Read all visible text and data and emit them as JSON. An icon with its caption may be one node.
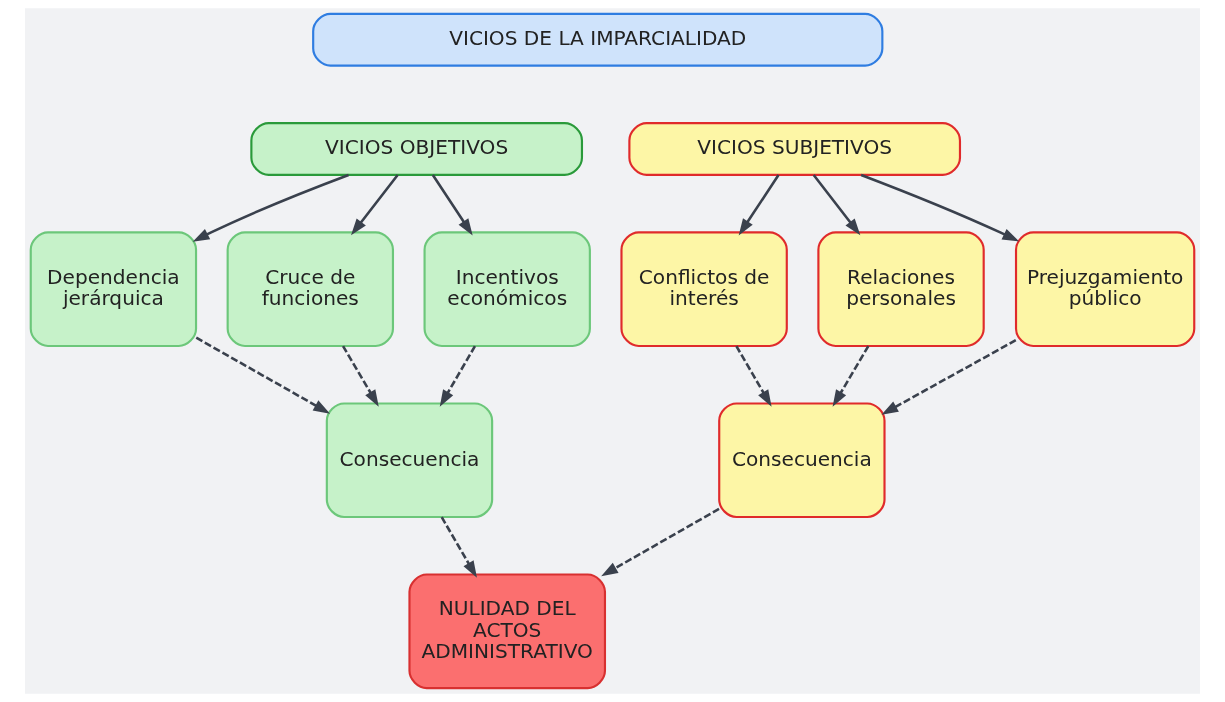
{
  "diagram": {
    "nodes": [
      {
        "text": [
          "VICIOS DE LA IMPARCIALIDAD"
        ]
      },
      {
        "text": [
          "VICIOS OBJETIVOS"
        ]
      },
      {
        "text": [
          "VICIOS SUBJETIVOS"
        ]
      },
      {
        "text": [
          "Dependencia jerárquica"
        ]
      },
      {
        "text": [
          "Cruce de funciones"
        ]
      },
      {
        "text": [
          "Incentivos económicos"
        ]
      },
      {
        "text": [
          "Conflictos de interés"
        ]
      },
      {
        "text": [
          "Relaciones personales"
        ]
      },
      {
        "text": [
          "Prejuzgamiento público"
        ]
      },
      {
        "text": [
          "Consecuencia"
        ]
      },
      {
        "text": [
          "Consecuencia"
        ]
      },
      {
        "text": [
          "NULIDAD DEL ACTOS ADMINISTRATIVO"
        ]
      }
    ],
    "edges": [
      {
        "from": 1,
        "to": 3,
        "arrow": "to"
      },
      {
        "from": 1,
        "to": 4,
        "arrow": "to"
      },
      {
        "from": 1,
        "to": 5,
        "arrow": "to"
      },
      {
        "from": 2,
        "to": 6,
        "arrow": "to"
      },
      {
        "from": 2,
        "to": 7,
        "arrow": "to"
      },
      {
        "from": 2,
        "to": 8,
        "arrow": "to"
      },
      {
        "from": 3,
        "to": 9,
        "arrow": "to",
        "style": "dashed"
      },
      {
        "from": 4,
        "to": 9,
        "arrow": "to",
        "style": "dashed"
      },
      {
        "from": 5,
        "to": 9,
        "arrow": "to",
        "style": "dashed"
      },
      {
        "from": 6,
        "to": 10,
        "arrow": "to",
        "style": "dashed"
      },
      {
        "from": 7,
        "to": 10,
        "arrow": "to",
        "style": "dashed"
      },
      {
        "from": 8,
        "to": 10,
        "arrow": "to",
        "style": "dashed"
      },
      {
        "from": 9,
        "to": 11,
        "arrow": "to",
        "style": "dashed"
      },
      {
        "from": 10,
        "to": 11,
        "arrow": "to",
        "style": "dashed"
      }
    ]
  }
}
